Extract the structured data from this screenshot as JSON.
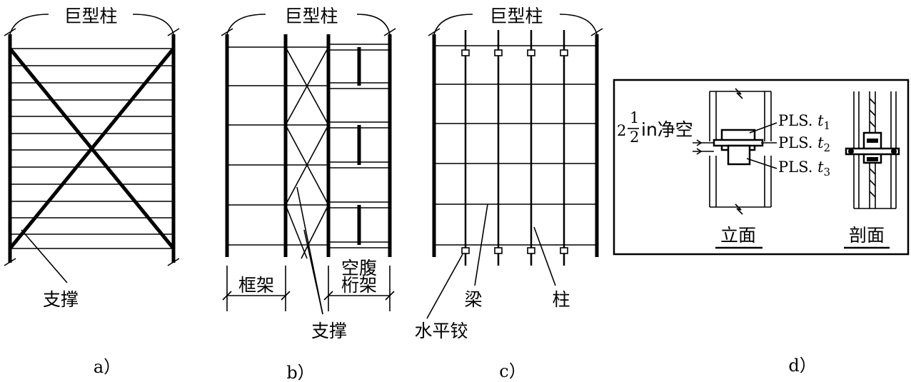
{
  "panel_a": {
    "mega_column_label": "巨型柱",
    "brace_label": "支撑",
    "caption": "a）"
  },
  "panel_b": {
    "mega_column_label": "巨型柱",
    "frame_label": "框架",
    "vierendeel_line1": "空腹",
    "vierendeel_line2": "桁架",
    "brace_label": "支撑",
    "caption": "b）"
  },
  "panel_c": {
    "mega_column_label": "巨型柱",
    "beam_label": "梁",
    "column_label": "柱",
    "hinge_label": "水平铰",
    "caption": "c）"
  },
  "panel_d": {
    "clearance_whole": "2",
    "clearance_num": "1",
    "clearance_den": "2",
    "clearance_unit": "in净空",
    "plate1_prefix": "PLS. ",
    "plate1_var": "t",
    "plate1_sub": "1",
    "plate2_prefix": "PLS. ",
    "plate2_var": "t",
    "plate2_sub": "2",
    "plate3_prefix": "PLS. ",
    "plate3_var": "t",
    "plate3_sub": "3",
    "elevation_label": "立面",
    "section_label": "剖面",
    "caption": "d）"
  }
}
